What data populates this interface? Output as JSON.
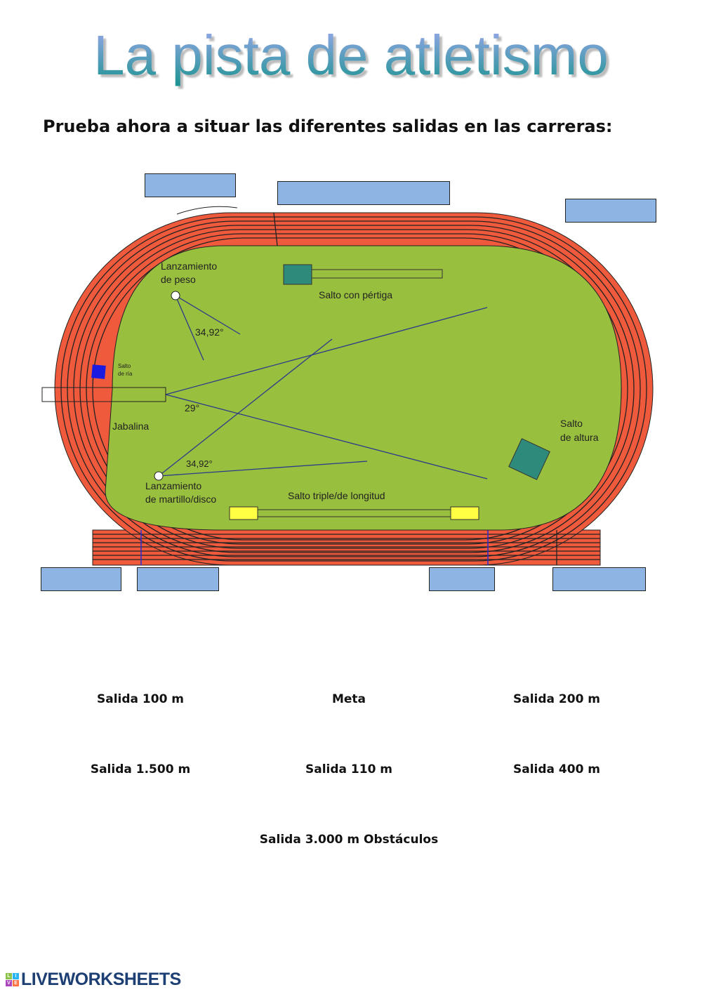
{
  "title": "La pista de atletismo",
  "subtitle": "Prueba ahora a situar las diferentes salidas en las carreras:",
  "diagram": {
    "labels": {
      "peso1": "Lanzamiento",
      "peso2": "de peso",
      "angle1": "34,92°",
      "pertiga": "Salto con pértiga",
      "ria1": "Salto",
      "ria2": "de ría",
      "angle2": "29°",
      "jabalina": "Jabalina",
      "angle3": "34,92°",
      "martillo1": "Lanzamiento",
      "martillo2": "de martillo/disco",
      "altura1": "Salto",
      "altura2": "de altura",
      "triple": "Salto triple/de longitud"
    },
    "colors": {
      "track": "#f05a3c",
      "field": "#99bf3e",
      "dropzone": "#8eb4e3"
    }
  },
  "options": [
    "Salida 100 m",
    "Meta",
    "Salida 200 m",
    "Salida 1.500 m",
    "Salida 110 m",
    "Salida 400 m",
    "Salida 3.000 m Obstáculos"
  ],
  "logo": {
    "text": "LIVEWORKSHEETS",
    "letters": [
      "L",
      "I",
      "V",
      "E"
    ]
  }
}
